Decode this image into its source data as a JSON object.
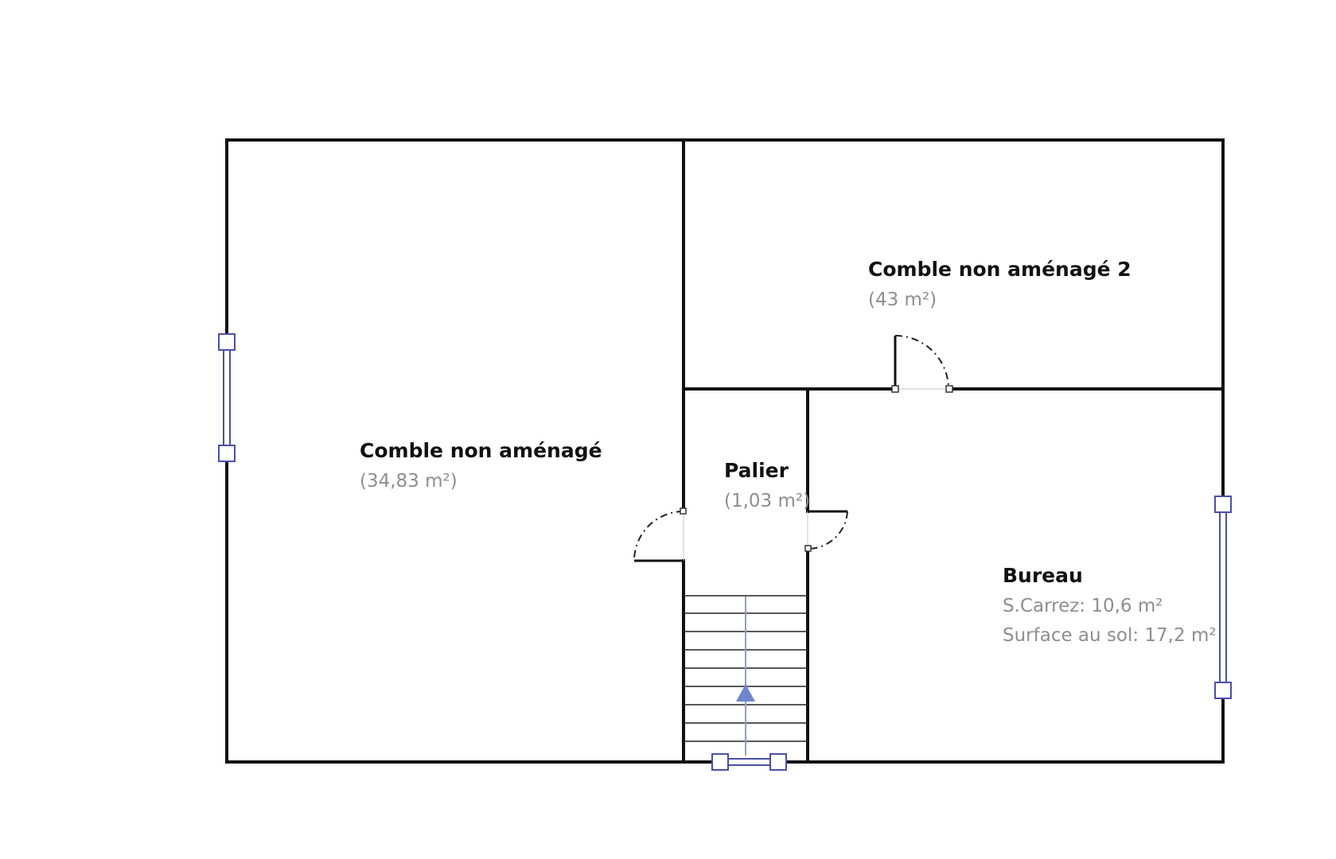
{
  "rooms": [
    {
      "name": "Comble non aménagé",
      "area": "(34,83 m²)"
    },
    {
      "name": "Comble non aménagé 2",
      "area": "(43 m²)"
    },
    {
      "name": "Palier",
      "area": "(1,03 m²)"
    },
    {
      "name": "Bureau",
      "carrez": "S.Carrez: 10,6 m²",
      "floor_area": "Surface au sol: 17,2 m²"
    }
  ],
  "colors": {
    "wall": "#111111",
    "window": "#4a4fa8",
    "stair_arrow": "#6f86cc",
    "label_secondary": "#8e8e8e"
  }
}
